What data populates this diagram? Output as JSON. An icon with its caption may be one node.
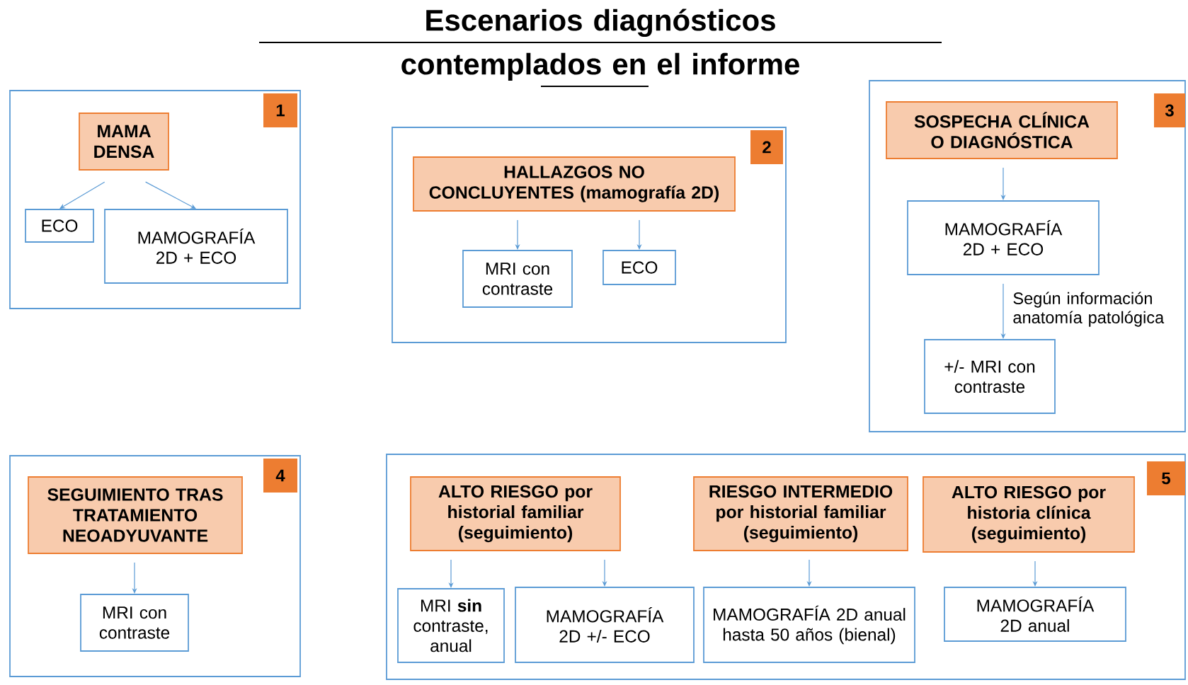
{
  "diagram": {
    "title": "Escenarios diagnósticos contemplados en el informe",
    "nodes": [
      {
        "text": [],
        "shape": "box"
      },
      {
        "text": [
          "1"
        ],
        "in": 0
      },
      {
        "text": [
          "MAMA DENSA"
        ],
        "in": 0
      },
      {
        "text": [
          "ECO"
        ],
        "in": 0
      },
      {
        "text": [
          "MAMOGRAFÍA 2D + ECO"
        ],
        "in": 0
      },
      {
        "text": [],
        "shape": "box"
      },
      {
        "text": [
          "2"
        ],
        "in": 5
      },
      {
        "text": [
          "HALLAZGOS NO CONCLUYENTES (mamografía 2D)"
        ],
        "in": 5
      },
      {
        "text": [
          "MRI con contraste"
        ],
        "in": 5
      },
      {
        "text": [
          "ECO"
        ],
        "in": 5
      },
      {
        "text": [],
        "shape": "box"
      },
      {
        "text": [
          "3"
        ],
        "in": 10
      },
      {
        "text": [
          "SOSPECHA CLÍNICA O DIAGNÓSTICA"
        ],
        "in": 10
      },
      {
        "text": [
          "MAMOGRAFÍA 2D + ECO"
        ],
        "in": 10
      },
      {
        "text": [
          "+/- MRI con contraste"
        ],
        "in": 10
      },
      {
        "text": [],
        "shape": "box"
      },
      {
        "text": [
          "4"
        ],
        "in": 15
      },
      {
        "text": [
          "SEGUIMIENTO TRAS TRATAMIENTO NEOADYUVANTE"
        ],
        "in": 15
      },
      {
        "text": [
          "MRI con contraste"
        ],
        "in": 15
      },
      {
        "text": [],
        "shape": "box"
      },
      {
        "text": [
          "5"
        ],
        "in": 19
      },
      {
        "text": [
          "ALTO RIESGO por historial familiar (seguimiento)"
        ],
        "in": 19
      },
      {
        "text": [
          "RIESGO INTERMEDIO por historial familiar (seguimiento)"
        ],
        "in": 19
      },
      {
        "text": [
          "ALTO RIESGO por historia clínica (seguimiento)"
        ],
        "in": 19
      },
      {
        "text": [
          "MRI **sin** contraste, anual"
        ],
        "in": 19
      },
      {
        "text": [
          "MAMOGRAFÍA 2D +/- ECO"
        ],
        "in": 19
      },
      {
        "text": [
          "MAMOGRAFÍA 2D anual hasta 50 años (bienal)"
        ],
        "in": 19
      },
      {
        "text": [
          "MAMOGRAFÍA 2D anual"
        ],
        "in": 19
      }
    ],
    "edges": [
      {
        "from": 2,
        "to": 3,
        "arrow": "to"
      },
      {
        "from": 2,
        "to": 4,
        "arrow": "to"
      },
      {
        "from": 7,
        "to": 8,
        "arrow": "to"
      },
      {
        "from": 7,
        "to": 9,
        "arrow": "to"
      },
      {
        "from": 12,
        "to": 13,
        "arrow": "to"
      },
      {
        "from": 13,
        "to": 14,
        "arrow": "to",
        "label": "Según información anatomía patológica"
      },
      {
        "from": 17,
        "to": 18,
        "arrow": "to"
      },
      {
        "from": 21,
        "to": 24,
        "arrow": "to"
      },
      {
        "from": 21,
        "to": 25,
        "arrow": "to"
      },
      {
        "from": 22,
        "to": 26,
        "arrow": "to"
      },
      {
        "from": 23,
        "to": 27,
        "arrow": "to"
      }
    ]
  }
}
